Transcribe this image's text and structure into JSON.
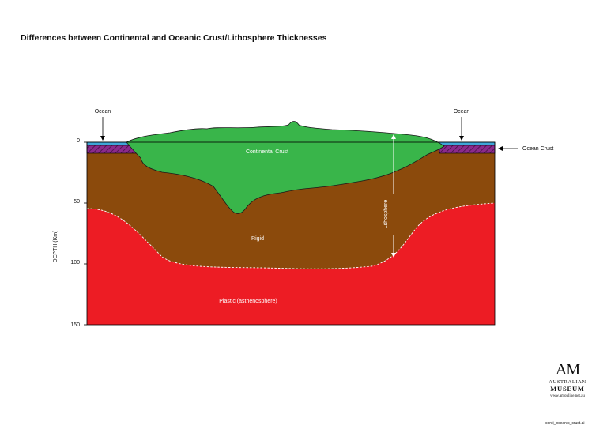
{
  "title": "Differences between Continental and Oceanic Crust/Lithosphere Thicknesses",
  "labels": {
    "ocean_left": "Ocean",
    "ocean_right": "Ocean",
    "ocean_crust": "Ocean Crust",
    "continental_crust": "Continental Crust",
    "lithosphere": "Lithosphere",
    "rigid": "Rigid",
    "plastic": "Plastic (asthenosphere)"
  },
  "axis": {
    "label": "DEPTH (Km)",
    "ticks": [
      "0",
      "50",
      "100",
      "150"
    ]
  },
  "logo": {
    "mark": "AM",
    "line1": "AUSTRALIAN",
    "line2": "MUSEUM",
    "url": "www.amonline.net.au"
  },
  "file_name": "conti_oceanic_crust.ai",
  "colors": {
    "ocean": "#3fa6d8",
    "ocean_crust": "#8b2a8c",
    "continental_crust": "#39b54a",
    "rigid_lithosphere": "#8b4a0c",
    "asthenosphere": "#ed1c24"
  }
}
